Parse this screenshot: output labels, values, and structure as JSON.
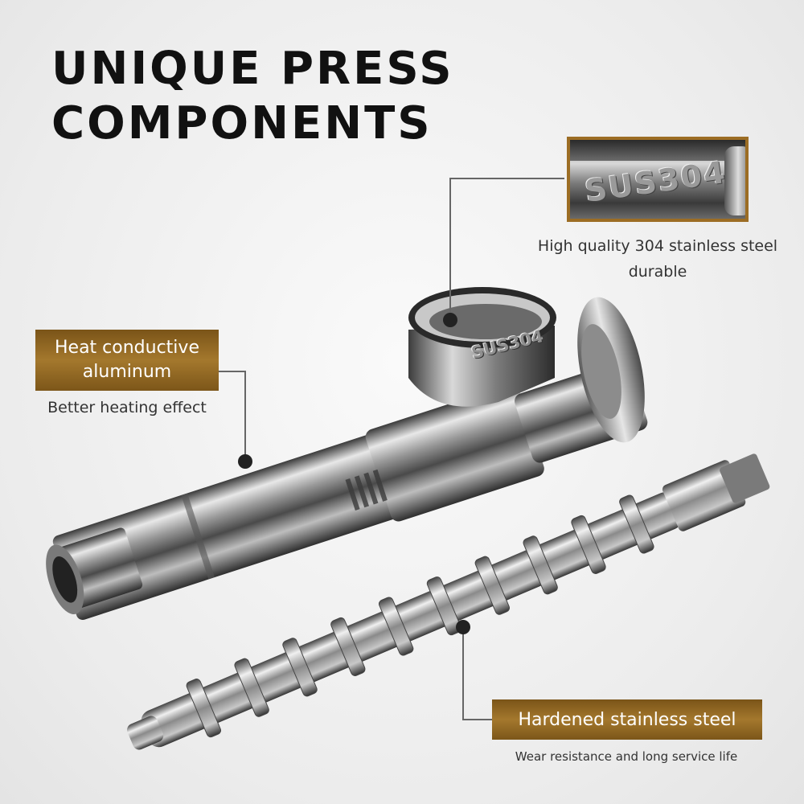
{
  "title": {
    "line1": "UNIQUE PRESS",
    "line2": "COMPONENTS"
  },
  "callouts": {
    "steel": {
      "inset_text": "SUS304",
      "caption_line1": "High quality 304 stainless steel",
      "caption_line2": "durable"
    },
    "aluminum": {
      "label_line1": "Heat conductive",
      "label_line2": "aluminum",
      "caption": "Better heating effect"
    },
    "screw": {
      "label": "Hardened stainless steel",
      "caption": "Wear resistance and long service life"
    }
  },
  "engraving": "SUS304",
  "colors": {
    "label_gold": "#9c6d24",
    "title_black": "#111111",
    "caption_gray": "#333333",
    "leader_line": "#666666"
  }
}
